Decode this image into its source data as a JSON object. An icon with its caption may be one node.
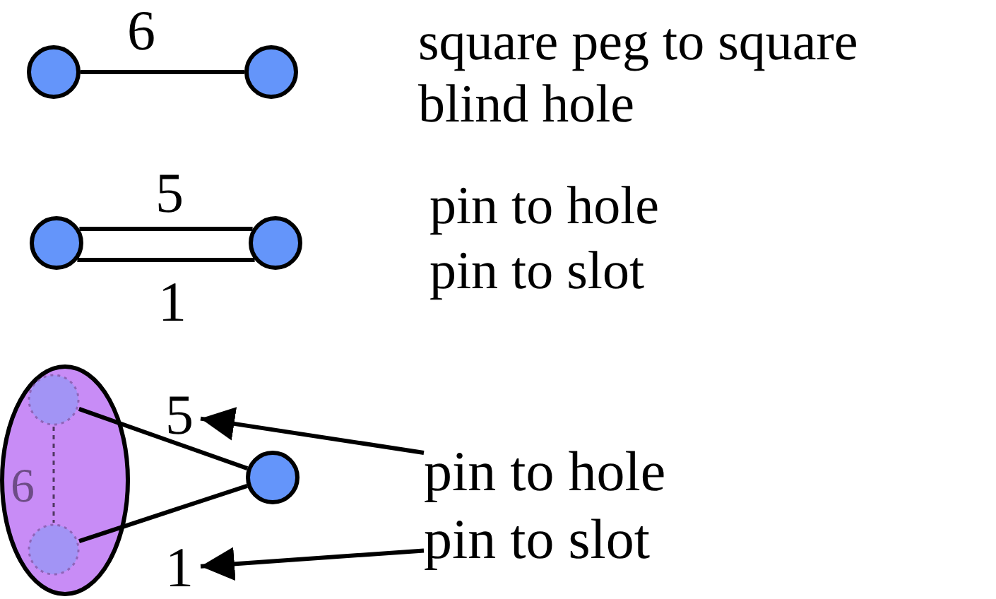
{
  "diagram": {
    "nodes": [
      {
        "text": [],
        "shape": "circle"
      },
      {
        "text": [],
        "shape": "circle"
      },
      {
        "text": [],
        "shape": "circle"
      },
      {
        "text": [],
        "shape": "circle"
      },
      {
        "text": [],
        "shape": "ellipse"
      },
      {
        "text": [],
        "shape": "circle",
        "in": 4
      },
      {
        "text": [
          "5"
        ]
      },
      {
        "text": [],
        "shape": "circle"
      },
      {
        "text": [
          "pin to hole"
        ]
      },
      {
        "text": [],
        "shape": "circle",
        "in": 4
      },
      {
        "text": [
          "pin to slot"
        ]
      },
      {
        "text": [
          "1"
        ]
      }
    ],
    "edges": [
      {
        "from": 0,
        "to": 1,
        "arrow": "none",
        "label": "6"
      },
      {
        "from": 2,
        "to": 3,
        "arrow": "none",
        "label": "5"
      },
      {
        "from": 2,
        "to": 3,
        "arrow": "none",
        "label": "1"
      },
      {
        "from": 5,
        "to": 9,
        "arrow": "none",
        "label": "6",
        "style": "dashed"
      },
      {
        "from": 7,
        "to": 5,
        "arrow": "none"
      },
      {
        "from": 7,
        "to": 9,
        "arrow": "none"
      },
      {
        "from": 8,
        "to": 6,
        "arrow": "to"
      },
      {
        "from": 10,
        "to": 11,
        "arrow": "to"
      }
    ],
    "labels": [
      "square peg to square blind hole",
      "pin to hole",
      "pin to slot"
    ]
  }
}
